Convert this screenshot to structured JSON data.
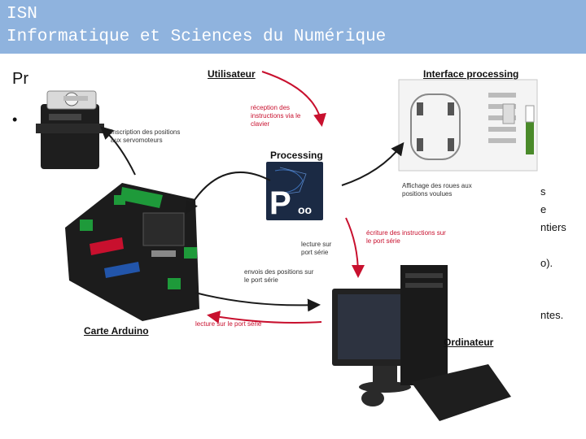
{
  "header": {
    "line1": "ISN",
    "line2": "Informatique et Sciences du Numérique"
  },
  "background_text": {
    "title_fragment": "Pr",
    "bullet": "•",
    "frag1": "s",
    "frag2": "e",
    "frag3": "ntiers",
    "frag4": "o).",
    "frag5": "ntes."
  },
  "diagram": {
    "nodes": {
      "utilisateur": "Utilisateur",
      "interface": "Interface processing",
      "processing": "Processing",
      "arduino": "Carte Arduino",
      "ordinateur": "Ordinateur",
      "logo_letter": "P",
      "logo_dots": "oo"
    },
    "annotations": {
      "reception": "réception des instructions via le clavier",
      "inscription": "Inscription des positions aux servomoteurs",
      "affichage": "Affichage des roues aux positions voulues",
      "ecriture": "écriture des instructions sur le port série",
      "lecture_port": "lecture sur port série",
      "envois": "envois des positions sur le port série",
      "lecture_bas": "lecture sur le port série"
    },
    "colors": {
      "arrow_red": "#c8102e",
      "arrow_black": "#1a1a1a",
      "header_bg": "#8fb3de",
      "logo_bg": "#1b2a44",
      "board_bg": "#1c1c1c",
      "board_green": "#1e9a3a"
    }
  }
}
